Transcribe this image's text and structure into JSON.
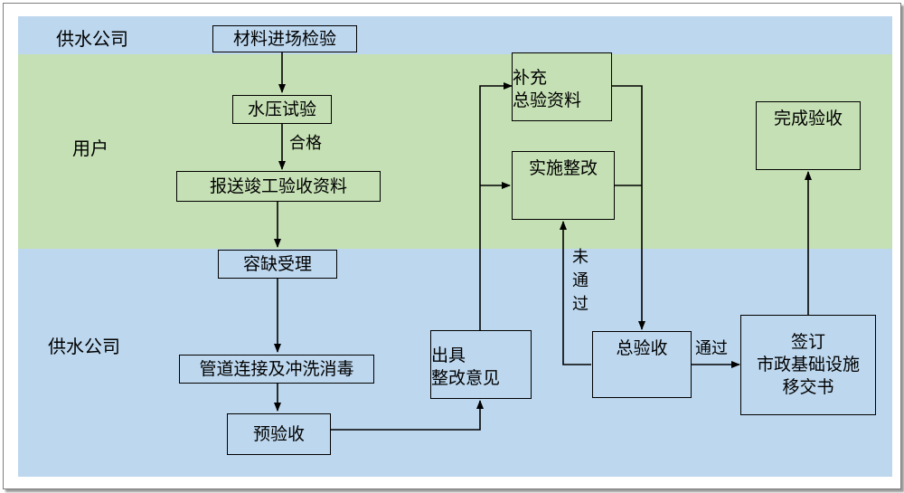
{
  "lanes": {
    "top": "供水公司",
    "middle": "用户",
    "bottom": "供水公司"
  },
  "nodes": {
    "material_inspection": "材料进场检验",
    "pressure_test": "水压试验",
    "submit_docs": "报送竣工验收资料",
    "accept": "容缺受理",
    "pipe_connect": "管道连接及冲洗消毒",
    "pre_inspection": "预验收",
    "rectify_opinion_l1": "出具",
    "rectify_opinion_l2": "整改意见",
    "supplement_l1": "补充",
    "supplement_l2": "总验资料",
    "implement_rectify": "实施整改",
    "final_inspection": "总验收",
    "handover_l1": "签订",
    "handover_l2": "市政基础设施",
    "handover_l3": "移交书",
    "complete": "完成验收"
  },
  "edge_labels": {
    "qualified": "合格",
    "not_passed": "未\n通\n过",
    "passed": "通过"
  },
  "colors": {
    "blue_band": "#bdd7ee",
    "green_band": "#c5e0b4",
    "line": "#000000"
  }
}
